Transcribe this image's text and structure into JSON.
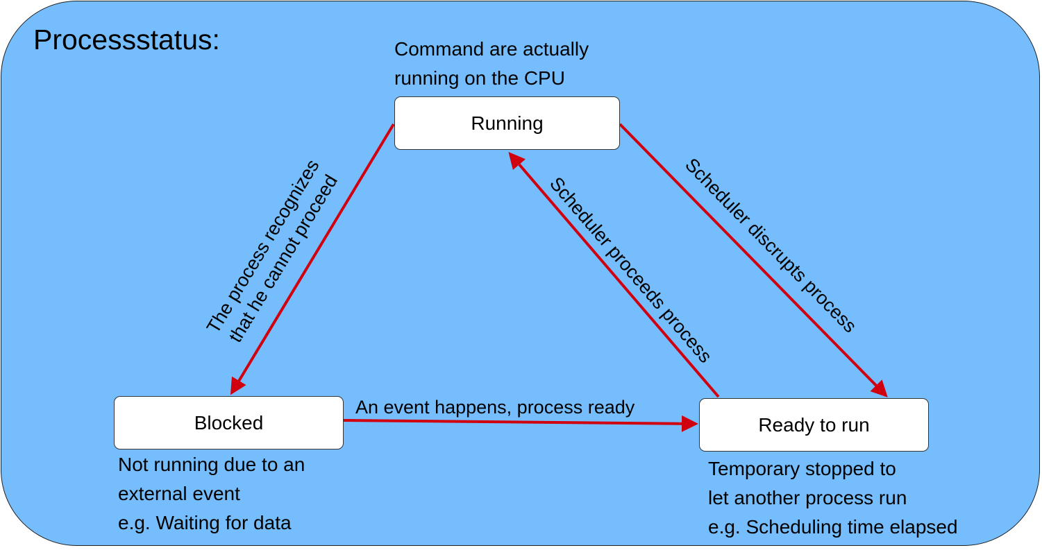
{
  "diagram": {
    "title": "Processstatus:",
    "states": {
      "running": {
        "label": "Running",
        "note": [
          "Command are actually",
          "running on the CPU"
        ]
      },
      "blocked": {
        "label": "Blocked",
        "note": [
          "Not running due to an",
          "external event",
          "e.g. Waiting for data"
        ]
      },
      "ready": {
        "label": "Ready to run",
        "note": [
          "Temporary stopped to",
          "let another process run",
          "e.g. Scheduling time elapsed"
        ]
      }
    },
    "transitions": {
      "running_to_blocked": [
        "The process recognizes",
        "that he cannot proceed"
      ],
      "blocked_to_ready": "An event happens, process ready",
      "ready_to_running": "Scheduler proceeds process",
      "running_to_ready": "Scheduler discrupts process"
    },
    "colors": {
      "background": "#75bdfc",
      "arrow": "#d0000f",
      "box_fill": "#ffffff"
    }
  }
}
